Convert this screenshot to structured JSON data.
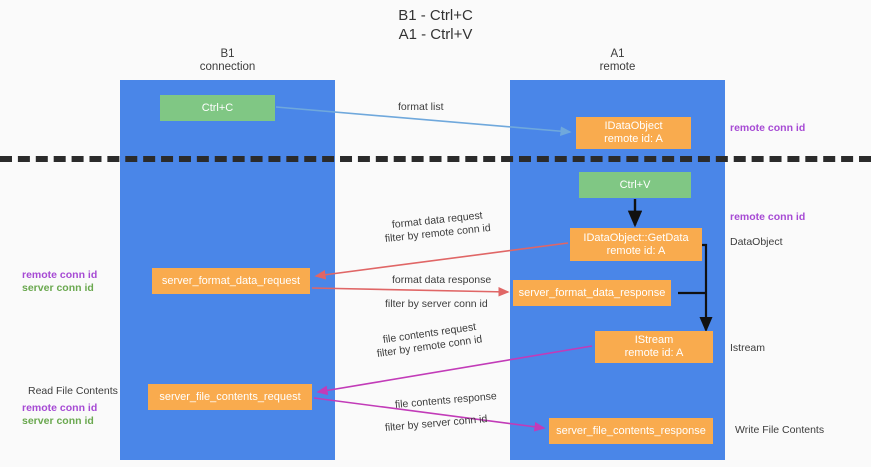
{
  "title": {
    "line1": "B1 - Ctrl+C",
    "line2": "A1 - Ctrl+V"
  },
  "lanes": [
    {
      "id": "b1",
      "name": "B1",
      "role": "connection",
      "color": "#4a86e8"
    },
    {
      "id": "a1",
      "name": "A1",
      "role": "remote",
      "color": "#4a86e8"
    }
  ],
  "colors": {
    "lane": "#4a86e8",
    "green_node": "#80c784",
    "orange_node": "#f9ab4e",
    "remote_conn_id": "#a64ad4",
    "server_conn_id": "#6aa84f",
    "divider": "#2b2b2b",
    "arrow_blue": "#6fa8dc",
    "arrow_red": "#e06666",
    "arrow_magenta": "#c23bb8",
    "arrow_black": "#000000"
  },
  "nodes": [
    {
      "id": "ctrl-c",
      "kind": "green",
      "label": "Ctrl+C",
      "sub": ""
    },
    {
      "id": "idataobject-top",
      "kind": "orange",
      "label": "IDataObject",
      "sub": "remote id: A"
    },
    {
      "id": "ctrl-v",
      "kind": "green",
      "label": "Ctrl+V",
      "sub": ""
    },
    {
      "id": "getdata",
      "kind": "orange",
      "label": "IDataObject::GetData",
      "sub": "remote id: A"
    },
    {
      "id": "server-format-data-request",
      "kind": "orange",
      "label": "server_format_data_request",
      "sub": ""
    },
    {
      "id": "server-format-data-response",
      "kind": "orange",
      "label": "server_format_data_response",
      "sub": ""
    },
    {
      "id": "istream",
      "kind": "orange",
      "label": "IStream",
      "sub": "remote id: A"
    },
    {
      "id": "server-file-contents-request",
      "kind": "orange",
      "label": "server_file_contents_request",
      "sub": ""
    },
    {
      "id": "server-file-contents-response",
      "kind": "orange",
      "label": "server_file_contents_response",
      "sub": ""
    }
  ],
  "edge_labels": {
    "format_list": "format list",
    "format_data_request": "format data request",
    "format_data_request_filter_prefix": "filter by ",
    "format_data_request_filter_value": "remote conn id",
    "format_data_response": "format data response",
    "format_data_response_filter_prefix": "filter by ",
    "format_data_response_filter_value": "server conn id",
    "file_contents_request": "file contents request",
    "file_contents_request_filter_prefix": "filter by ",
    "file_contents_request_filter_value": "remote conn id",
    "file_contents_response": "file contents response",
    "file_contents_response_filter_prefix": "filter by ",
    "file_contents_response_filter_value": "server conn id"
  },
  "right_annotations": [
    {
      "id": "remote-conn-id-top",
      "text": "remote conn id",
      "style": "purple"
    },
    {
      "id": "remote-conn-id-mid",
      "text": "remote conn id",
      "style": "purple"
    },
    {
      "id": "dataobject",
      "text": "DataObject",
      "style": "plain"
    },
    {
      "id": "istream",
      "text": "Istream",
      "style": "plain"
    },
    {
      "id": "write-file-contents",
      "text": "Write File Contents",
      "style": "plain"
    }
  ],
  "left_annotations": [
    {
      "id": "remote-conn-id-left-1",
      "text": "remote conn id",
      "style": "purple"
    },
    {
      "id": "server-conn-id-left-1",
      "text": "server conn id",
      "style": "green"
    },
    {
      "id": "read-file-contents",
      "text": "Read File Contents",
      "style": "plain"
    },
    {
      "id": "remote-conn-id-left-2",
      "text": "remote conn id",
      "style": "purple"
    },
    {
      "id": "server-conn-id-left-2",
      "text": "server conn id",
      "style": "green"
    }
  ]
}
